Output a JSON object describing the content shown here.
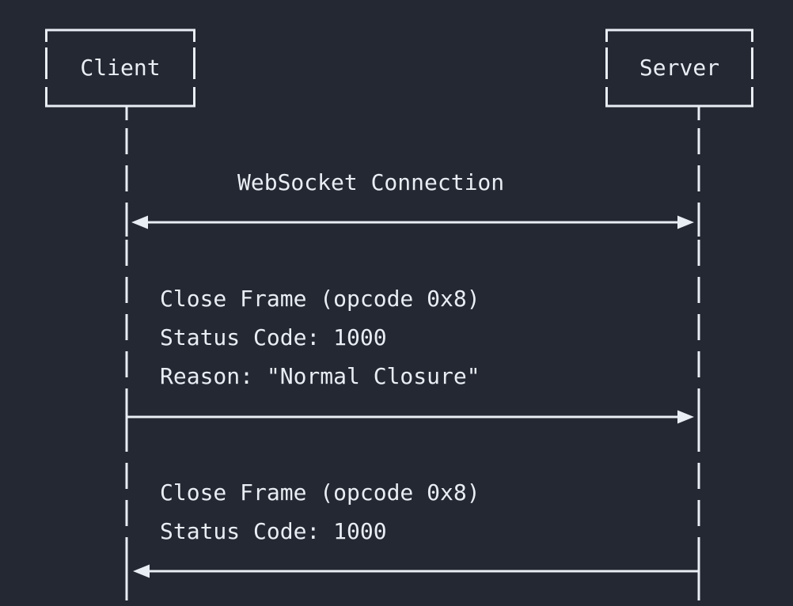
{
  "colors": {
    "background": "#242832",
    "foreground": "#e9edf4"
  },
  "diagram": {
    "title_hint": "WebSocket close handshake sequence",
    "participants": [
      {
        "label": "Client"
      },
      {
        "label": "Server"
      }
    ],
    "connection": {
      "label": "WebSocket Connection",
      "arrow": "bidirectional"
    },
    "messages": [
      {
        "from": "Client",
        "to": "Server",
        "lines": [
          "Close Frame (opcode 0x8)",
          "Status Code: 1000",
          "Reason: \"Normal Closure\""
        ]
      },
      {
        "from": "Server",
        "to": "Client",
        "lines": [
          "Close Frame (opcode 0x8)",
          "Status Code: 1000"
        ]
      }
    ]
  }
}
